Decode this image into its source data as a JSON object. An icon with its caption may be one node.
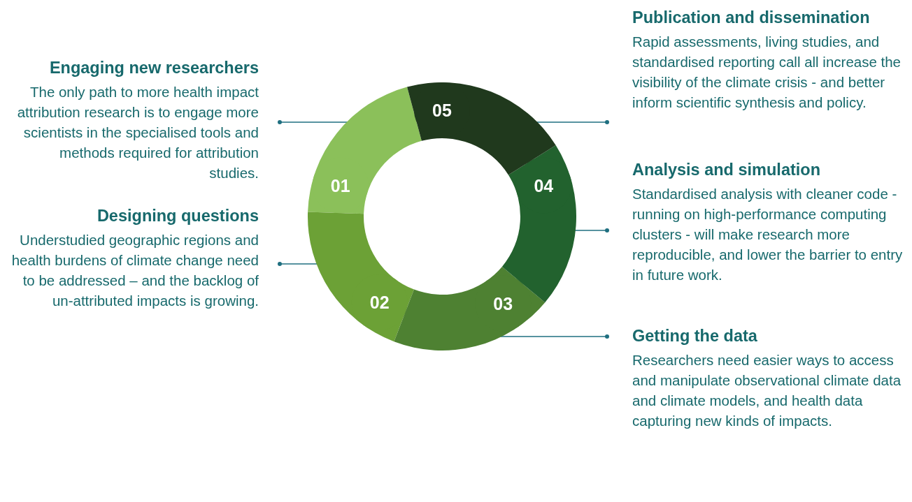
{
  "diagram": {
    "nodes": [
      {
        "text": [
          "Engaging new researchers",
          "The only path to more health impact attribution research is to engage more scientists in the specialised tools and methods required for attribution studies."
        ]
      },
      {
        "text": [
          "Designing questions",
          "Understudied geographic regions and health burdens of climate change need to be addressed – and the backlog of un-attributed impacts is growing."
        ]
      },
      {
        "text": [
          "Getting the data",
          "Researchers need easier ways to access and manipulate observational climate data and climate models, and health data capturing new kinds of impacts."
        ]
      },
      {
        "text": [
          "Analysis and simulation",
          "Standardised analysis with cleaner code - running on high-performance computing clusters - will make research more reproducible, and lower the barrier to entry in future work."
        ]
      },
      {
        "text": [
          "Publication and dissemination",
          "Rapid assessments, living studies, and standardised reporting call all increase the visibility of the climate crisis - and better inform scientific synthesis and policy."
        ]
      },
      {
        "text": [
          "01"
        ]
      },
      {
        "text": [
          "02"
        ]
      },
      {
        "text": [
          "03"
        ]
      },
      {
        "text": [
          "04"
        ]
      },
      {
        "text": [
          "05"
        ]
      }
    ],
    "edges": [
      {
        "from": 0,
        "to": 5,
        "arrow": "other"
      },
      {
        "from": 1,
        "to": 6,
        "arrow": "other"
      },
      {
        "from": 2,
        "to": 7,
        "arrow": "other"
      },
      {
        "from": 3,
        "to": 8,
        "arrow": "other"
      },
      {
        "from": 4,
        "to": 9,
        "arrow": "other"
      }
    ]
  }
}
